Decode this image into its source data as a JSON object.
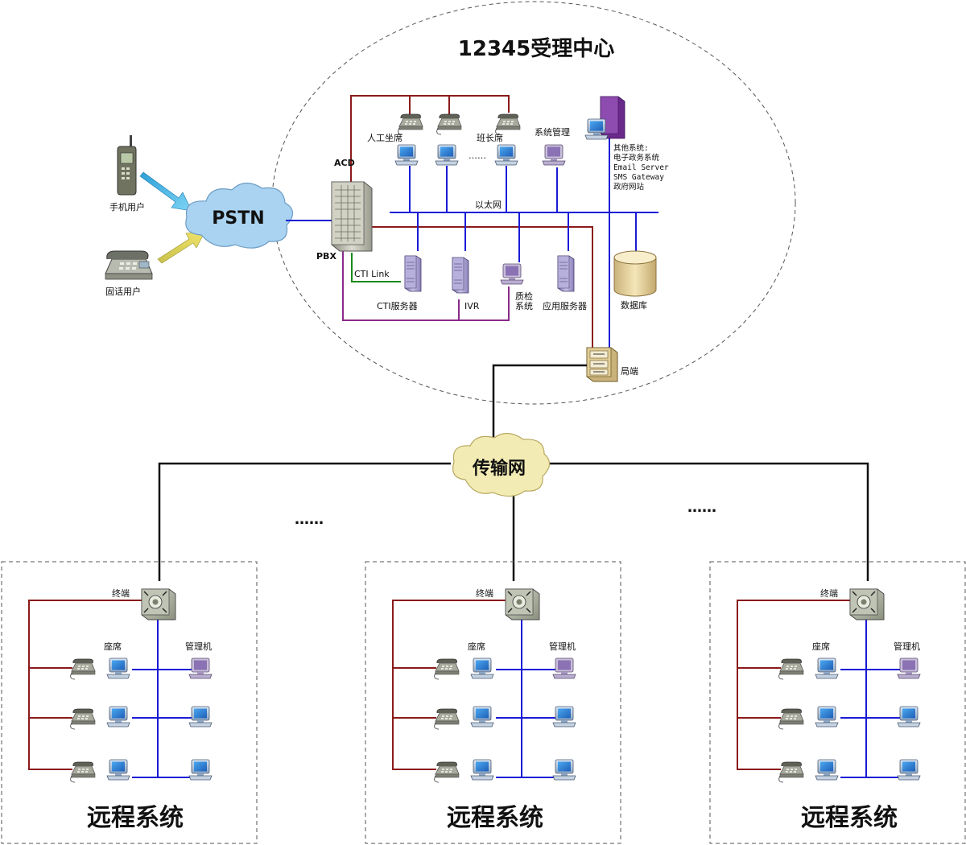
{
  "center": {
    "title": "12345受理中心",
    "agents_label": "人工坐席",
    "leader_label": "班长席",
    "ellipsis_top": "……",
    "sysmgmt_label": "系统管理",
    "acd_label": "ACD",
    "pbx_label": "PBX",
    "ethernet_label": "以太网",
    "cti_link_label": "CTI Link",
    "cti_server_label": "CTI服务器",
    "ivr_label": "IVR",
    "qc_label_1": "质检",
    "qc_label_2": "系统",
    "app_server_label": "应用服务器",
    "database_label": "数据库",
    "office_end_label": "局端",
    "other_systems": [
      "其他系统:",
      "电子政务系统",
      "Email Server",
      "SMS Gateway",
      "政府网站"
    ]
  },
  "pstn": {
    "label": "PSTN",
    "mobile_label": "手机用户",
    "landline_label": "固话用户"
  },
  "transport": {
    "label": "传输网",
    "ellipsis": "……"
  },
  "remote": [
    {
      "title": "远程系统",
      "terminal_label": "终端",
      "seat_label": "座席",
      "mgmt_label": "管理机"
    },
    {
      "title": "远程系统",
      "terminal_label": "终端",
      "seat_label": "座席",
      "mgmt_label": "管理机"
    },
    {
      "title": "远程系统",
      "terminal_label": "终端",
      "seat_label": "座席",
      "mgmt_label": "管理机"
    }
  ],
  "colors": {
    "ethernet": "#1a1ad6",
    "voice": "#8b1a1a",
    "cti": "#1a8a1a",
    "purple": "#8a2a8a",
    "trunk": "#111111",
    "cloud": "#a9d3f0",
    "transport_cloud": "#f3ebb4"
  }
}
